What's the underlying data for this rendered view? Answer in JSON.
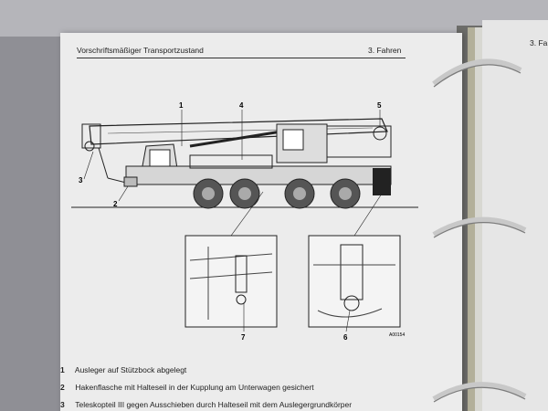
{
  "header": {
    "left": "Vorschriftsmäßiger Transportzustand",
    "right": "3. Fahren",
    "right_page": "3. Fa"
  },
  "diagram": {
    "callouts": [
      "1",
      "2",
      "3",
      "4",
      "5",
      "6",
      "7"
    ],
    "code": "A00154"
  },
  "items": [
    {
      "num": "1",
      "text": "Ausleger auf Stützbock abgelegt"
    },
    {
      "num": "2",
      "text": "Hakenflasche mit Halteseil in der Kupplung am Unterwagen gesichert"
    },
    {
      "num": "3",
      "text": "Teleskopteil III gegen Ausschieben durch Halteseil mit dem Auslegergrundkörper"
    }
  ]
}
